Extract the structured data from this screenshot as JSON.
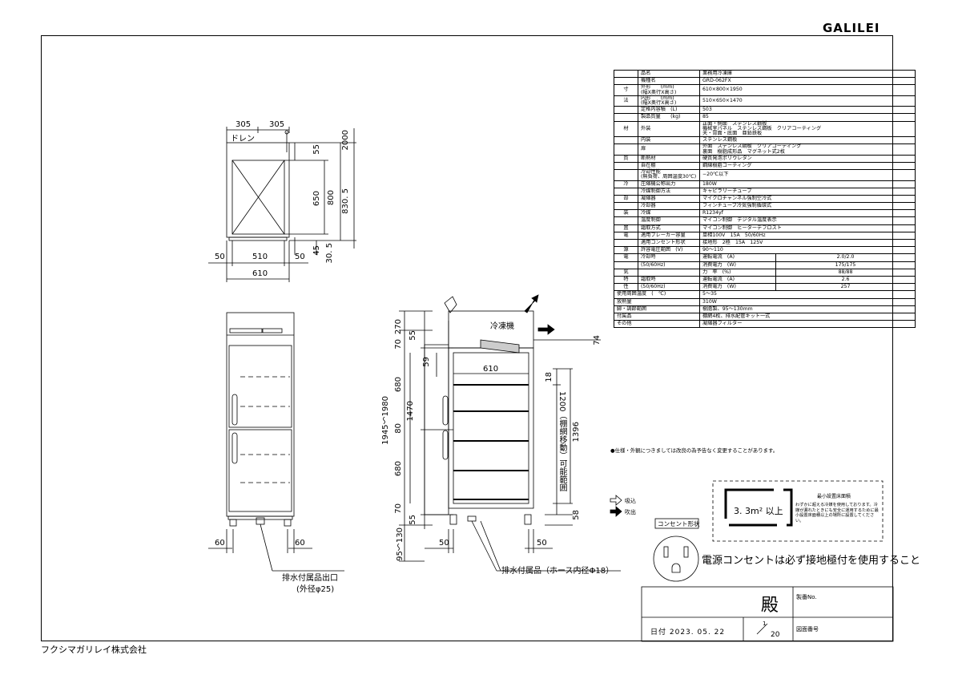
{
  "logo": "GALILEI",
  "company": "フクシマガリレイ株式会社",
  "spec_rows": [
    {
      "group": "",
      "item": "品名",
      "value": "業務用冷凍庫"
    },
    {
      "group": "",
      "item": "機種名",
      "value": "GRD-062FX"
    },
    {
      "group": "寸",
      "item": "外形　　(mm)\n(幅X奥行X高さ)",
      "value": "610×800×1950"
    },
    {
      "group": "法",
      "item": "内形　　(mm)\n(幅X奥行X高さ)",
      "value": "510×650×1470"
    },
    {
      "group": "",
      "item": "定格内容積　(L)",
      "value": "503"
    },
    {
      "group": "",
      "item": "製品質量　　(kg)",
      "value": "85"
    },
    {
      "group": "材",
      "item": "外装",
      "value": "正面・側面　ステンレス鋼板\n機械室パネル　ステンレス鋼板　クリアコーティング\n天・背面・底面　亜鉛鉄板"
    },
    {
      "group": "",
      "item": "内装",
      "value": "ステンレス鋼板"
    },
    {
      "group": "",
      "item": "扉",
      "value": "外面　ステンレス鋼板　クリアコーティング\n裏面　樹脂成形品　マグネット式2枚"
    },
    {
      "group": "質",
      "item": "断熱材",
      "value": "硬質発泡ポリウレタン"
    },
    {
      "group": "",
      "item": "自在棚",
      "value": "鋼線樹脂コーティング"
    },
    {
      "group": "",
      "item": "冷却性能\n(無負荷、周囲温度30℃)",
      "value": "−20℃以下"
    },
    {
      "group": "冷",
      "item": "圧縮機公称出力",
      "value": "180W"
    },
    {
      "group": "",
      "item": "冷媒制御方法",
      "value": "キャピラリーチューブ"
    },
    {
      "group": "却",
      "item": "凝縮器",
      "value": "マイクロチャンネル強制空冷式"
    },
    {
      "group": "",
      "item": "冷却器",
      "value": "フィンチューブ冷気強制循環式"
    },
    {
      "group": "装",
      "item": "冷媒",
      "value": "R1234yf"
    },
    {
      "group": "",
      "item": "温度制御",
      "value": "マイコン制御　デジタル温度表示"
    },
    {
      "group": "置",
      "item": "霜取方式",
      "value": "マイコン制御　ヒーターデフロスト"
    },
    {
      "group": "電",
      "item": "適用ブレーカー容量",
      "value": "単相100V　15A　50/60Hz"
    },
    {
      "group": "",
      "item": "適用コンセント形状",
      "value": "接地形　2極　15A　125V"
    },
    {
      "group": "源",
      "item": "許容電圧範囲　(V)",
      "value": "90〜110"
    }
  ],
  "elec_rows": [
    {
      "group": "電",
      "mode": "冷却時",
      "sub": "運転電流　(A)",
      "value": "2.0/2.0"
    },
    {
      "group": "",
      "mode": "(50/60Hz)",
      "sub": "消費電力　(W)",
      "value": "175/175"
    },
    {
      "group": "気",
      "mode": "",
      "sub": "力　率　(%)",
      "value": "88/88"
    },
    {
      "group": "特",
      "mode": "霜取時",
      "sub": "運転電流　(A)",
      "value": "2.6"
    },
    {
      "group": "性",
      "mode": "(50/60Hz)",
      "sub": "消費電力　(W)",
      "value": "257"
    }
  ],
  "spec_rows_tail": [
    {
      "item": "使用周囲温度　(　℃)",
      "value": "5〜35"
    },
    {
      "item": "放熱量",
      "value": "310W"
    },
    {
      "item": "脚・調節範囲",
      "value": "樹脂製、95〜130mm"
    },
    {
      "item": "付属品",
      "value": "棚網4枚、排水配管キット一式"
    },
    {
      "item": "その他",
      "value": "凝縮器フィルター"
    }
  ],
  "spec_note": "●仕様・外観につきましては改良の為予告なく変更することがあります。",
  "legend": {
    "intake": "吸込",
    "exhaust": "吹出"
  },
  "min_area": {
    "title": "最小設置床面積",
    "value": "3. 3m² 以上",
    "note": "わずかに超える冷媒を使用しております。冷媒が漏れたときにも安全に運用するために最小設置床面積以上の場所に設置してください。"
  },
  "outlet": {
    "label": "コンセント形状",
    "warning": "電源コンセントは必ず接地極付を使用すること"
  },
  "titleblock": {
    "dono": "殿",
    "seizo": "製番No.",
    "date": "日付 2023. 05. 22",
    "page_num": "1",
    "page_den": "20",
    "zumen": "図面番号"
  },
  "labels": {
    "drain": "ドレン",
    "cooler": "冷凍機",
    "drain_front": "排水付属品出口",
    "drain_front_sub": "(外径φ25)",
    "drain_side": "排水付属品（ホース内径Φ18）",
    "shelf_range": "1200（棚網移動）可能範囲"
  },
  "top_dims": {
    "w305a": "305",
    "w305b": "305",
    "d2000": "2000",
    "d55": "55",
    "d650": "650",
    "d800": "800",
    "d8305": "830. 5",
    "d45": "45",
    "d305": "30. 5",
    "w50a": "50",
    "w510": "510",
    "w50b": "50",
    "w610": "610"
  },
  "front_dims": {
    "w60a": "60",
    "w60b": "60"
  },
  "side_dims": {
    "h270": "270",
    "h55": "55",
    "h70a": "70",
    "h59": "59",
    "h680a": "680",
    "h1470": "1470",
    "h80": "80",
    "h680b": "680",
    "h70b": "70",
    "h55b": "55",
    "h95130": "95〜130",
    "h19451980": "1945〜1980",
    "w610": "610",
    "d18": "18",
    "h1396": "1396",
    "h58": "58",
    "h74": "74",
    "w50a": "50",
    "w50b": "50"
  }
}
